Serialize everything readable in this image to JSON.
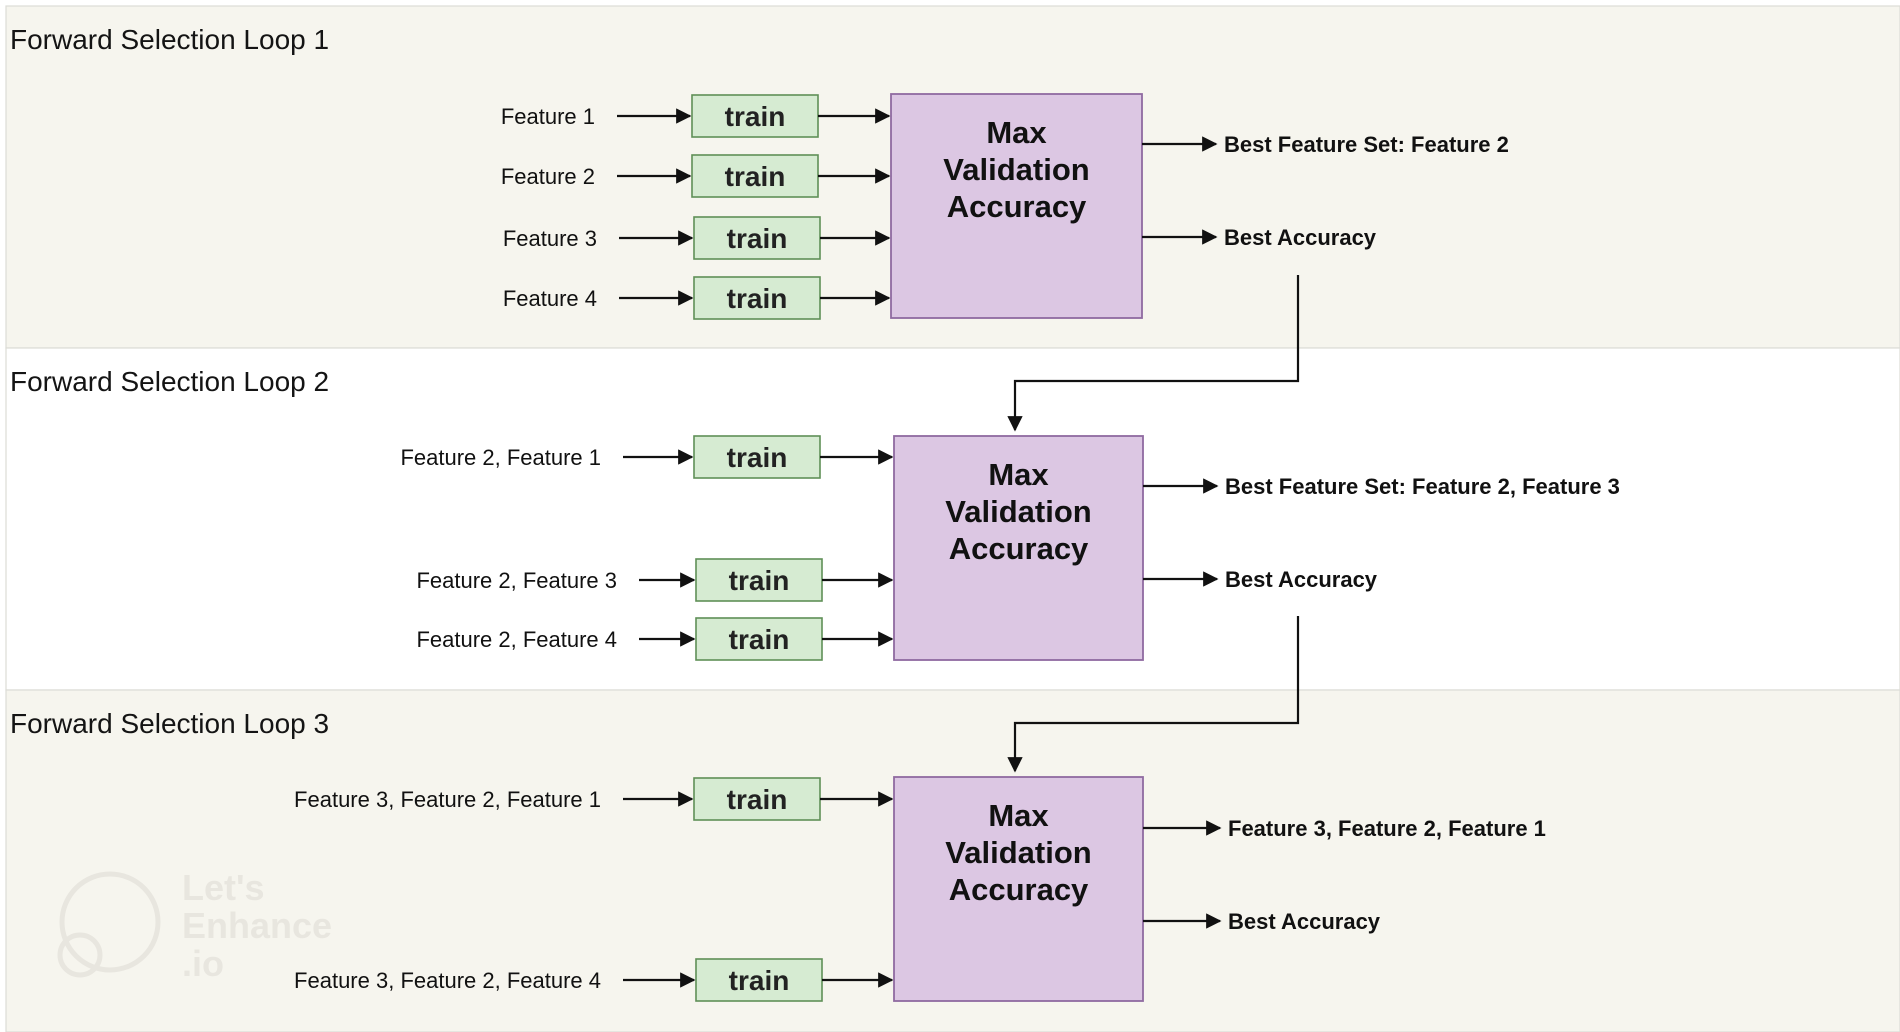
{
  "colors": {
    "panel_tint": "#f6f5ee",
    "train_fill": "#d6ebd2",
    "train_border": "#5f8f57",
    "accuracy_fill": "#dcc7e3",
    "accuracy_border": "#8f6aa0",
    "arrow": "#111111"
  },
  "watermark": {
    "lines": [
      "Let's",
      "Enhance",
      ".io"
    ]
  },
  "loops": [
    {
      "title": "Forward Selection Loop 1",
      "train_label": "train",
      "box_lines": [
        "Max",
        "Validation",
        "Accuracy"
      ],
      "inputs": [
        "Feature 1",
        "Feature 2",
        "Feature 3",
        "Feature 4"
      ],
      "outputs": [
        "Best Feature Set: Feature 2",
        "Best Accuracy"
      ]
    },
    {
      "title": "Forward Selection Loop 2",
      "train_label": "train",
      "box_lines": [
        "Max",
        "Validation",
        "Accuracy"
      ],
      "inputs": [
        "Feature 2, Feature 1",
        "Feature 2, Feature 3",
        "Feature 2, Feature 4"
      ],
      "outputs": [
        "Best Feature Set: Feature 2, Feature 3",
        "Best Accuracy"
      ]
    },
    {
      "title": "Forward Selection Loop 3",
      "train_label": "train",
      "box_lines": [
        "Max",
        "Validation",
        "Accuracy"
      ],
      "inputs": [
        "Feature 3, Feature 2, Feature 1",
        "Feature 3, Feature 2, Feature 4"
      ],
      "outputs": [
        "Feature 3, Feature 2, Feature 1",
        "Best Accuracy"
      ]
    }
  ]
}
